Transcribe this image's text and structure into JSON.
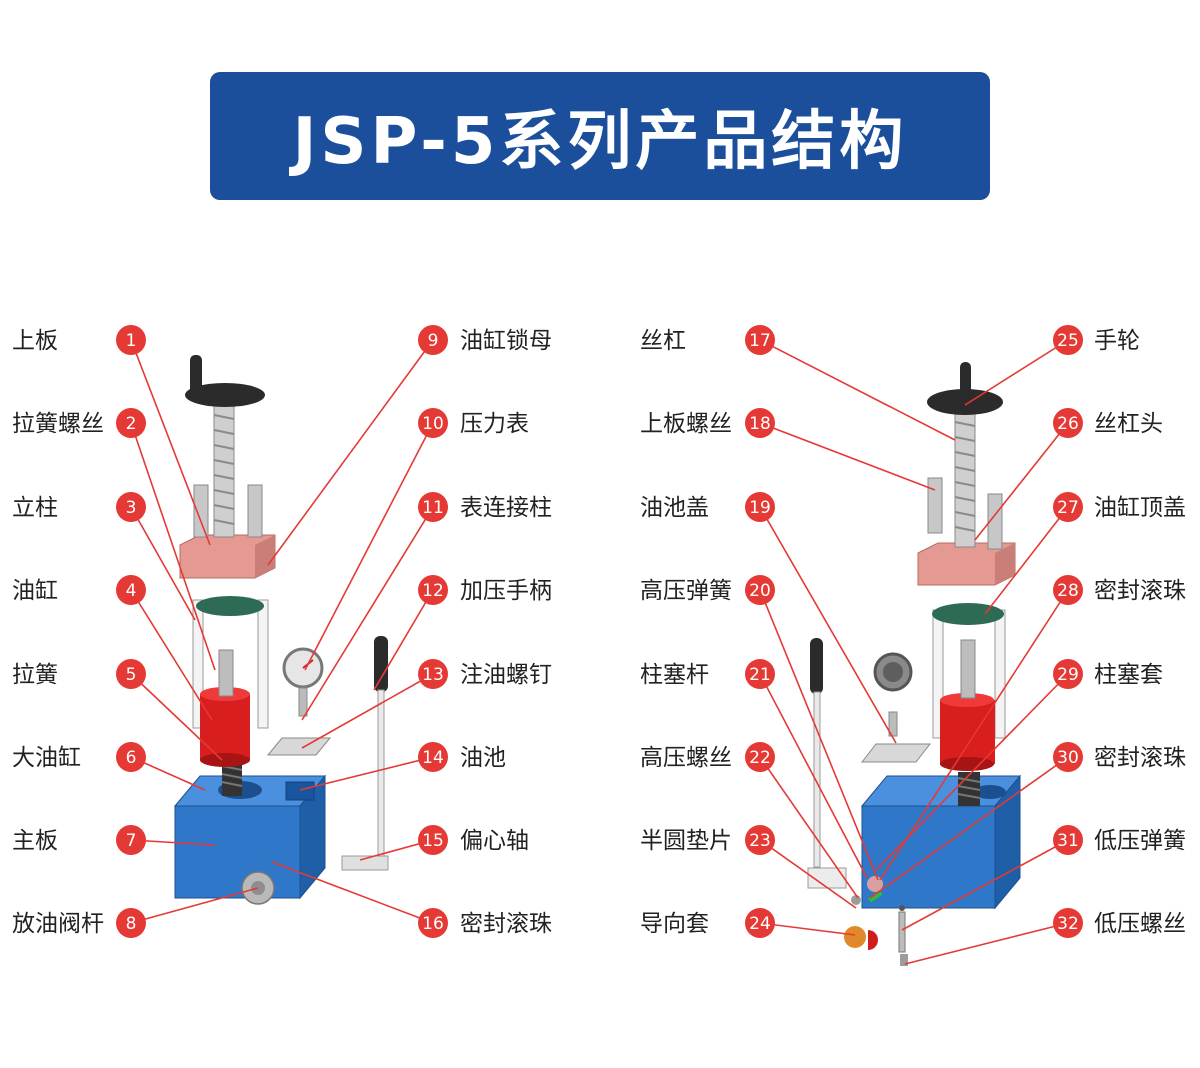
{
  "title": "JSP-5系列产品结构",
  "colors": {
    "banner": "#1b4f9c",
    "badge": "#e53935",
    "leader": "#e53935",
    "block": "#2f78c9",
    "cylinder": "#d81e1e",
    "plate": "#e49a92",
    "dark": "#2b2b2b",
    "green": "#2e6b55"
  },
  "left_labels": [
    {
      "num": "1",
      "text": "上板"
    },
    {
      "num": "2",
      "text": "拉簧螺丝"
    },
    {
      "num": "3",
      "text": "立柱"
    },
    {
      "num": "4",
      "text": "油缸"
    },
    {
      "num": "5",
      "text": "拉簧"
    },
    {
      "num": "6",
      "text": "大油缸"
    },
    {
      "num": "7",
      "text": "主板"
    },
    {
      "num": "8",
      "text": "放油阀杆"
    }
  ],
  "mid_left_labels": [
    {
      "num": "9",
      "text": "油缸锁母"
    },
    {
      "num": "10",
      "text": "压力表"
    },
    {
      "num": "11",
      "text": "表连接柱"
    },
    {
      "num": "12",
      "text": "加压手柄"
    },
    {
      "num": "13",
      "text": "注油螺钉"
    },
    {
      "num": "14",
      "text": "油池"
    },
    {
      "num": "15",
      "text": "偏心轴"
    },
    {
      "num": "16",
      "text": "密封滚珠"
    }
  ],
  "mid_right_labels": [
    {
      "num": "17",
      "text": "丝杠"
    },
    {
      "num": "18",
      "text": "上板螺丝"
    },
    {
      "num": "19",
      "text": "油池盖"
    },
    {
      "num": "20",
      "text": "高压弹簧"
    },
    {
      "num": "21",
      "text": "柱塞杆"
    },
    {
      "num": "22",
      "text": "高压螺丝"
    },
    {
      "num": "23",
      "text": "半圆垫片"
    },
    {
      "num": "24",
      "text": "导向套"
    }
  ],
  "right_labels": [
    {
      "num": "25",
      "text": "手轮"
    },
    {
      "num": "26",
      "text": "丝杠头"
    },
    {
      "num": "27",
      "text": "油缸顶盖"
    },
    {
      "num": "28",
      "text": "密封滚珠"
    },
    {
      "num": "29",
      "text": "柱塞套"
    },
    {
      "num": "30",
      "text": "密封滚珠"
    },
    {
      "num": "31",
      "text": "低压弹簧"
    },
    {
      "num": "32",
      "text": "低压螺丝"
    }
  ]
}
